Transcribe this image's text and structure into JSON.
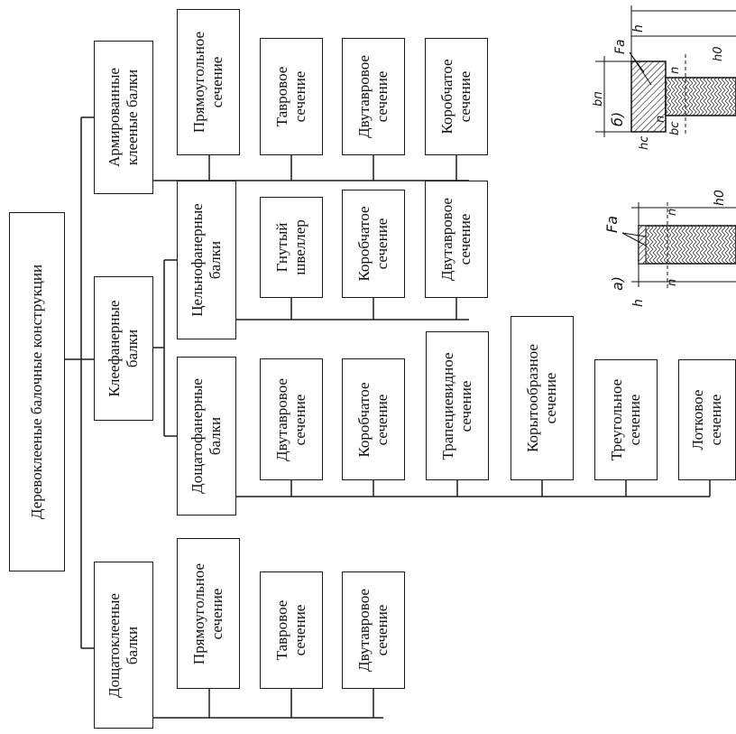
{
  "root": {
    "label": "Деревоклееные балочные конструкции"
  },
  "groups": {
    "doshchatokleenye": {
      "label_lines": [
        "Дощатоклееные",
        "балки"
      ],
      "sections": [
        [
          "Прямоугольное",
          "сечение"
        ],
        [
          "Тавровое",
          "сечение"
        ],
        [
          "Двутавровое",
          "сечение"
        ]
      ]
    },
    "kleefanernye": {
      "label_lines": [
        "Клеефанерные",
        "балки"
      ]
    },
    "doshchatofanernye": {
      "label_lines": [
        "Дощатофанерные",
        "балки"
      ],
      "sections": [
        [
          "Двутавровое",
          "сечение"
        ],
        [
          "Коробчатое",
          "сечение"
        ],
        [
          "Трапециевидное",
          "сечение"
        ],
        [
          "Корытообразное",
          "сечение"
        ],
        [
          "Треугольное",
          "сечение"
        ],
        [
          "Лотковое",
          "сечение"
        ]
      ]
    },
    "tselnofanernye": {
      "label_lines": [
        "Цельнофанерные",
        "балки"
      ],
      "sections": [
        [
          "Гнутый",
          "швеллер"
        ],
        [
          "Коробчатое",
          "сечение"
        ],
        [
          "Двутавровое",
          "сечение"
        ]
      ]
    },
    "armirovannye": {
      "label_lines": [
        "Армированные",
        "клееные балки"
      ],
      "sections": [
        [
          "Прямоугольное",
          "сечение"
        ],
        [
          "Тавровое",
          "сечение"
        ],
        [
          "Двутавровое",
          "сечение"
        ],
        [
          "Коробчатое",
          "сечение"
        ]
      ]
    }
  },
  "drawing": {
    "label_a": "а)",
    "label_b": "б)",
    "Fa_a": "Fа",
    "Fa_b": "Fа",
    "n": "n",
    "h": "h",
    "h0": "h0",
    "bn": "bп",
    "bc": "bс",
    "hc": "hс"
  }
}
